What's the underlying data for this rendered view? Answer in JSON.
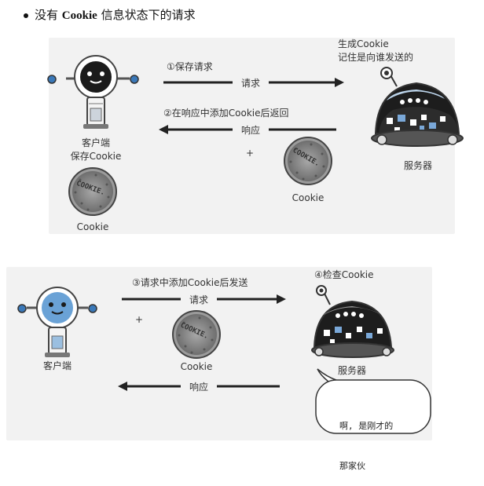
{
  "heading": {
    "prefix": "没有",
    "bold": "Cookie",
    "suffix": "信息状态下的请求"
  },
  "top": {
    "step1": "①保存请求",
    "req_arrow_label": "请求",
    "step2": "②在响应中添加Cookie后返回",
    "resp_arrow_label": "响应",
    "server_note_line1": "生成Cookie",
    "server_note_line2": "记住是向谁发送的",
    "client_line1": "客户端",
    "client_line2": "保存Cookie",
    "plus": "+",
    "cookie_label_center": "Cookie",
    "cookie_label_left": "Cookie",
    "server_label": "服务器",
    "cookie_text": "COOKIE."
  },
  "bottom": {
    "step3": "③请求中添加Cookie后发送",
    "req_arrow_label": "请求",
    "step4": "④检查Cookie",
    "resp_arrow_label": "响应",
    "client_label": "客户端",
    "plus": "+",
    "cookie_label": "Cookie",
    "server_label": "服务器",
    "bubble_line1": "啊, 是刚才的",
    "bubble_line2": "那家伙",
    "cookie_text": "COOKIE."
  }
}
